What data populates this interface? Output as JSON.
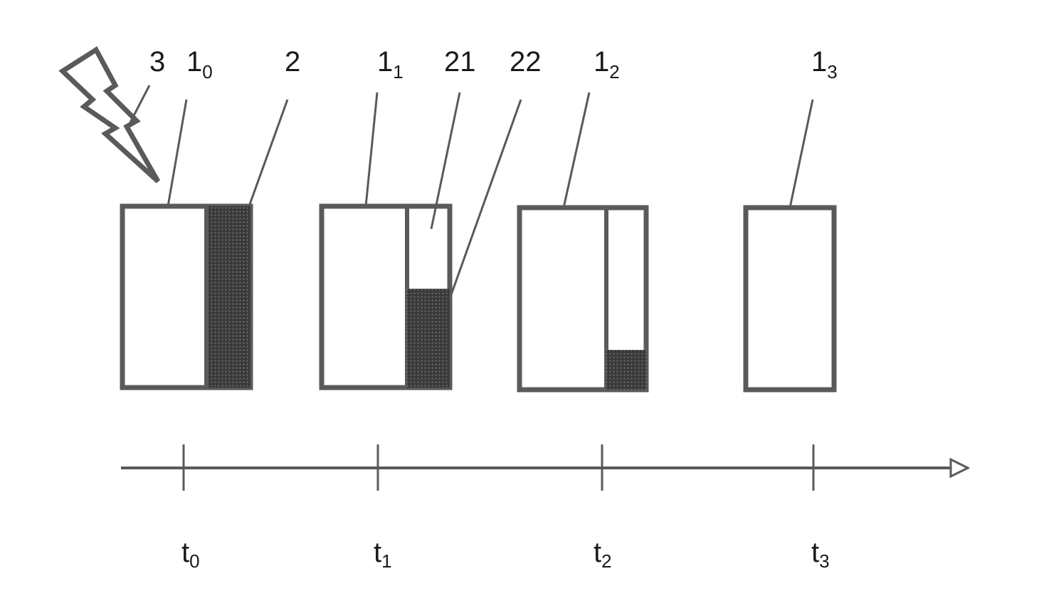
{
  "labels": {
    "lightning": "3",
    "container0_base": "1",
    "container0_sub": "0",
    "substance": "2",
    "container1_base": "1",
    "container1_sub": "1",
    "empty_part": "21",
    "filled_part": "22",
    "container2_base": "1",
    "container2_sub": "2",
    "container3_base": "1",
    "container3_sub": "3"
  },
  "timeline": {
    "ticks": [
      {
        "base": "t",
        "sub": "0"
      },
      {
        "base": "t",
        "sub": "1"
      },
      {
        "base": "t",
        "sub": "2"
      },
      {
        "base": "t",
        "sub": "3"
      }
    ]
  },
  "colors": {
    "outline": "#5a5a5a",
    "fill_dark": "#404040",
    "text": "#1a1a1a"
  },
  "fill_levels": {
    "container0": 1.0,
    "container1": 0.55,
    "container2": 0.22,
    "container3": 0.0
  }
}
